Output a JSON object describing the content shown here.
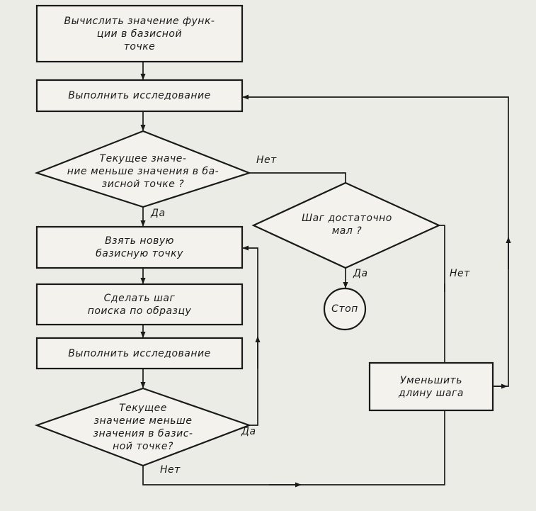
{
  "nodes": {
    "compute_base": [
      "Вычислить значение функ-",
      "ции  в  базисной",
      "точке"
    ],
    "explore_1": [
      "Выполнить  исследование"
    ],
    "decision_1": [
      "Текущее  значе-",
      "ние  меньше значения в ба-",
      "зисной точке ?"
    ],
    "step_small": [
      "Шаг  достаточно",
      "мал  ?"
    ],
    "new_base": [
      "Взять  новую",
      "базисную  точку"
    ],
    "stop": [
      "Стоп"
    ],
    "pattern_step": [
      "Сделать  шаг",
      "поиска  по  образцу"
    ],
    "explore_2": [
      "Выполнить  исследование"
    ],
    "reduce_step": [
      "Уменьшить",
      "длину  шага"
    ],
    "decision_2": [
      "Текущее",
      "значение  меньше",
      "значения  в  базис-",
      "ной  точке?"
    ]
  },
  "edge_labels": {
    "d1_no": "Нет",
    "d1_yes": "Да",
    "d2_yes": "Да",
    "d2_no": "Нет",
    "small_yes": "Да",
    "small_no": "Нет"
  }
}
